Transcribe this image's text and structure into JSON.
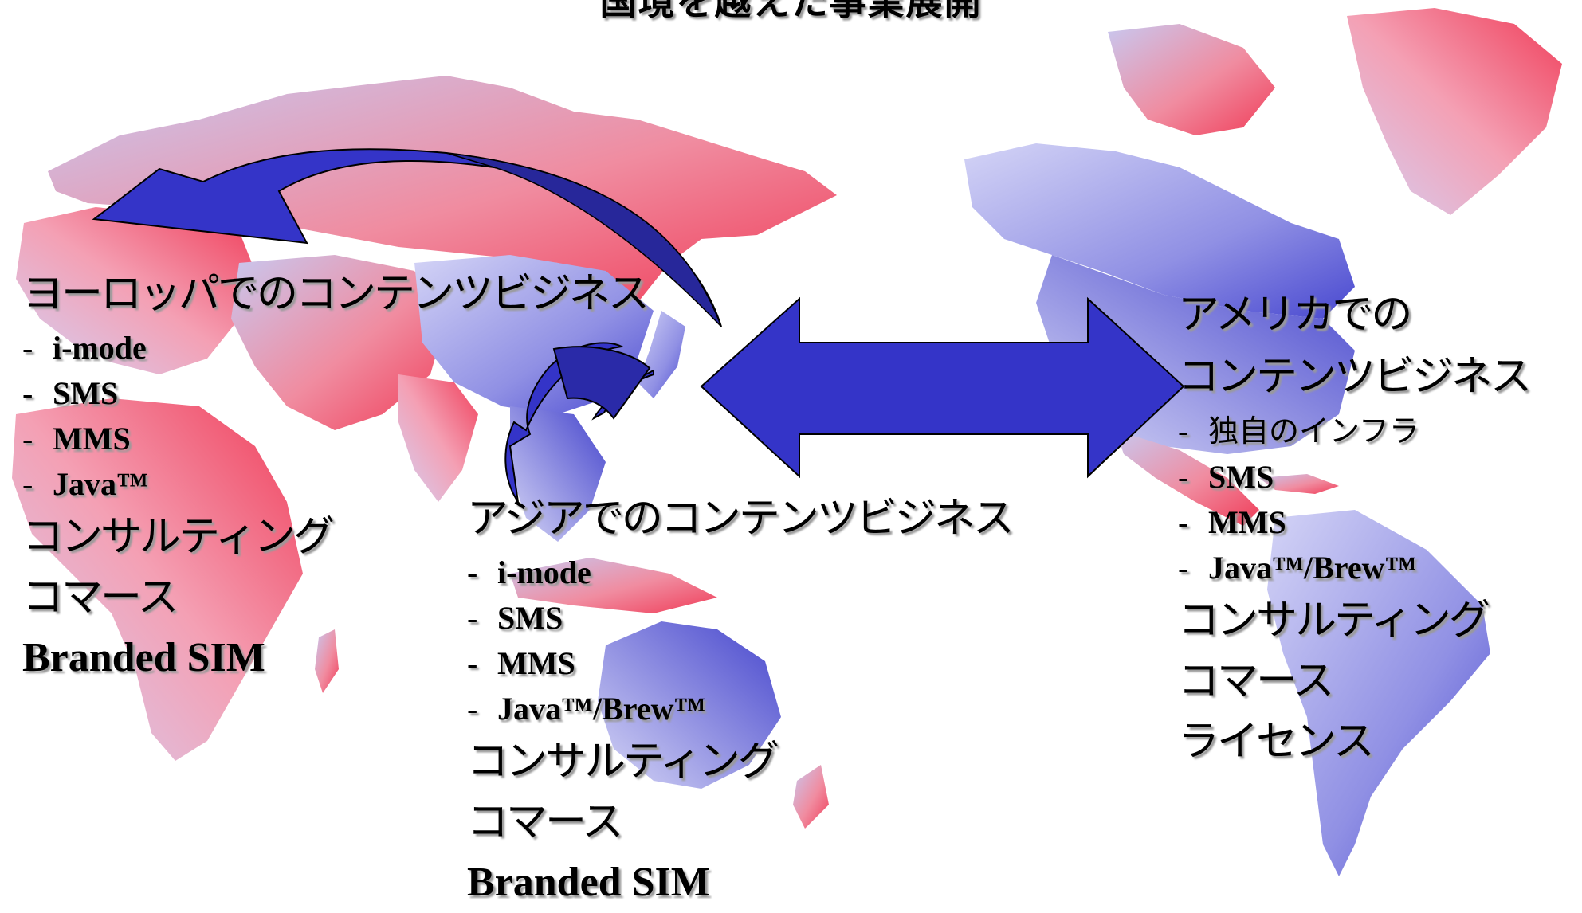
{
  "title": "国境を越えた事業展開",
  "europe": {
    "heading": "ヨーロッパでのコンテンツビジネス",
    "items": [
      "i-mode",
      "SMS",
      "MMS",
      "Java™"
    ],
    "extras": [
      "コンサルティング",
      "コマース",
      "Branded SIM"
    ]
  },
  "asia": {
    "heading": "アジアでのコンテンツビジネス",
    "items": [
      "i-mode",
      "SMS",
      "MMS",
      "Java™/Brew™"
    ],
    "extras": [
      "コンサルティング",
      "コマース",
      "Branded SIM"
    ]
  },
  "america": {
    "heading_line1": "アメリカでの",
    "heading_line2": "コンテンツビジネス",
    "items": [
      "独自のインフラ",
      "SMS",
      "MMS",
      "Java™/Brew™"
    ],
    "extras": [
      "コンサルティング",
      "コマース",
      "ライセンス"
    ]
  },
  "colors": {
    "map_red": "#f04860",
    "map_blue": "#4a4ad8",
    "arrow_fill": "#3434c8",
    "arrow_stroke": "#000000"
  }
}
